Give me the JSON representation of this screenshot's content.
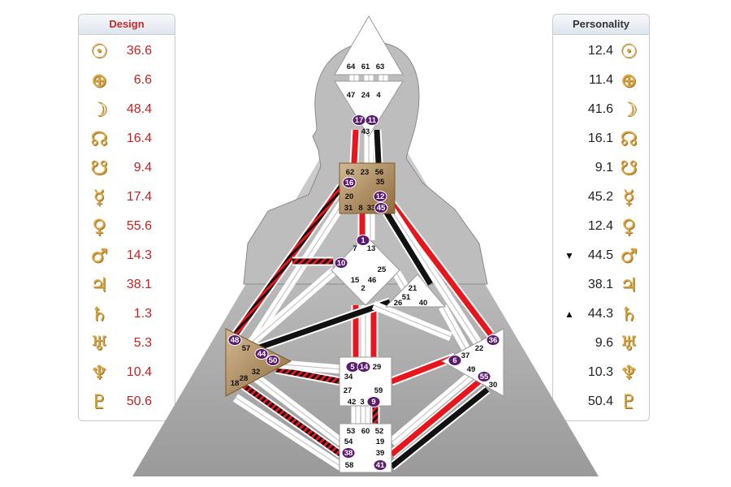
{
  "design": {
    "title": "Design",
    "rows": [
      {
        "icon": "sun-icon",
        "glyph": "☉",
        "value": "36.6"
      },
      {
        "icon": "earth-icon",
        "glyph": "⊕",
        "value": "6.6"
      },
      {
        "icon": "moon-icon",
        "glyph": "☽",
        "value": "48.4"
      },
      {
        "icon": "north-node-icon",
        "glyph": "☊",
        "value": "16.4"
      },
      {
        "icon": "south-node-icon",
        "glyph": "☋",
        "value": "9.4"
      },
      {
        "icon": "mercury-icon",
        "glyph": "☿",
        "value": "17.4"
      },
      {
        "icon": "venus-icon",
        "glyph": "♀",
        "value": "55.6"
      },
      {
        "icon": "mars-icon",
        "glyph": "♂",
        "value": "14.3"
      },
      {
        "icon": "jupiter-icon",
        "glyph": "♃",
        "value": "38.1"
      },
      {
        "icon": "saturn-icon",
        "glyph": "♄",
        "value": "1.3"
      },
      {
        "icon": "uranus-icon",
        "glyph": "♅",
        "value": "5.3"
      },
      {
        "icon": "neptune-icon",
        "glyph": "♆",
        "value": "10.4"
      },
      {
        "icon": "pluto-icon",
        "glyph": "♇",
        "value": "50.6"
      }
    ]
  },
  "personality": {
    "title": "Personality",
    "rows": [
      {
        "icon": "sun-icon",
        "glyph": "☉",
        "value": "12.4",
        "arrow": ""
      },
      {
        "icon": "earth-icon",
        "glyph": "⊕",
        "value": "11.4",
        "arrow": ""
      },
      {
        "icon": "moon-icon",
        "glyph": "☽",
        "value": "41.6",
        "arrow": ""
      },
      {
        "icon": "north-node-icon",
        "glyph": "☊",
        "value": "16.1",
        "arrow": ""
      },
      {
        "icon": "south-node-icon",
        "glyph": "☋",
        "value": "9.1",
        "arrow": ""
      },
      {
        "icon": "mercury-icon",
        "glyph": "☿",
        "value": "45.2",
        "arrow": ""
      },
      {
        "icon": "venus-icon",
        "glyph": "♀",
        "value": "12.4",
        "arrow": ""
      },
      {
        "icon": "mars-icon",
        "glyph": "♂",
        "value": "44.5",
        "arrow": "▼"
      },
      {
        "icon": "jupiter-icon",
        "glyph": "♃",
        "value": "38.1",
        "arrow": ""
      },
      {
        "icon": "saturn-icon",
        "glyph": "♄",
        "value": "44.3",
        "arrow": "▲"
      },
      {
        "icon": "uranus-icon",
        "glyph": "♅",
        "value": "9.6",
        "arrow": ""
      },
      {
        "icon": "neptune-icon",
        "glyph": "♆",
        "value": "10.3",
        "arrow": ""
      },
      {
        "icon": "pluto-icon",
        "glyph": "♇",
        "value": "50.4",
        "arrow": ""
      }
    ]
  },
  "bodygraph": {
    "colors": {
      "design": "#e8161c",
      "personality": "#111111",
      "defined": "#b08d5d",
      "gate_circle": "#5a1c6e"
    },
    "gates": {
      "head": [
        "64",
        "61",
        "63"
      ],
      "ajna": [
        "47",
        "24",
        "4"
      ],
      "throat_top": [
        "17",
        "43",
        "11"
      ],
      "throat": [
        "62",
        "23",
        "56",
        "16",
        "35",
        "20",
        "12",
        "31",
        "8",
        "33",
        "45"
      ],
      "g": [
        "1",
        "7",
        "13",
        "10",
        "25",
        "15",
        "46",
        "2"
      ],
      "ego": [
        "21",
        "51",
        "26",
        "40"
      ],
      "spleen": [
        "48",
        "57",
        "44",
        "50",
        "32",
        "28",
        "18"
      ],
      "sacral": [
        "5",
        "14",
        "29",
        "34",
        "27",
        "59",
        "42",
        "3",
        "9"
      ],
      "solar": [
        "36",
        "22",
        "37",
        "6",
        "49",
        "55",
        "30"
      ],
      "root": [
        "53",
        "60",
        "52",
        "54",
        "19",
        "38",
        "39",
        "58",
        "41"
      ]
    },
    "highlighted": [
      "17",
      "11",
      "16",
      "12",
      "45",
      "1",
      "10",
      "48",
      "44",
      "50",
      "5",
      "14",
      "9",
      "36",
      "6",
      "55",
      "38",
      "41"
    ]
  }
}
